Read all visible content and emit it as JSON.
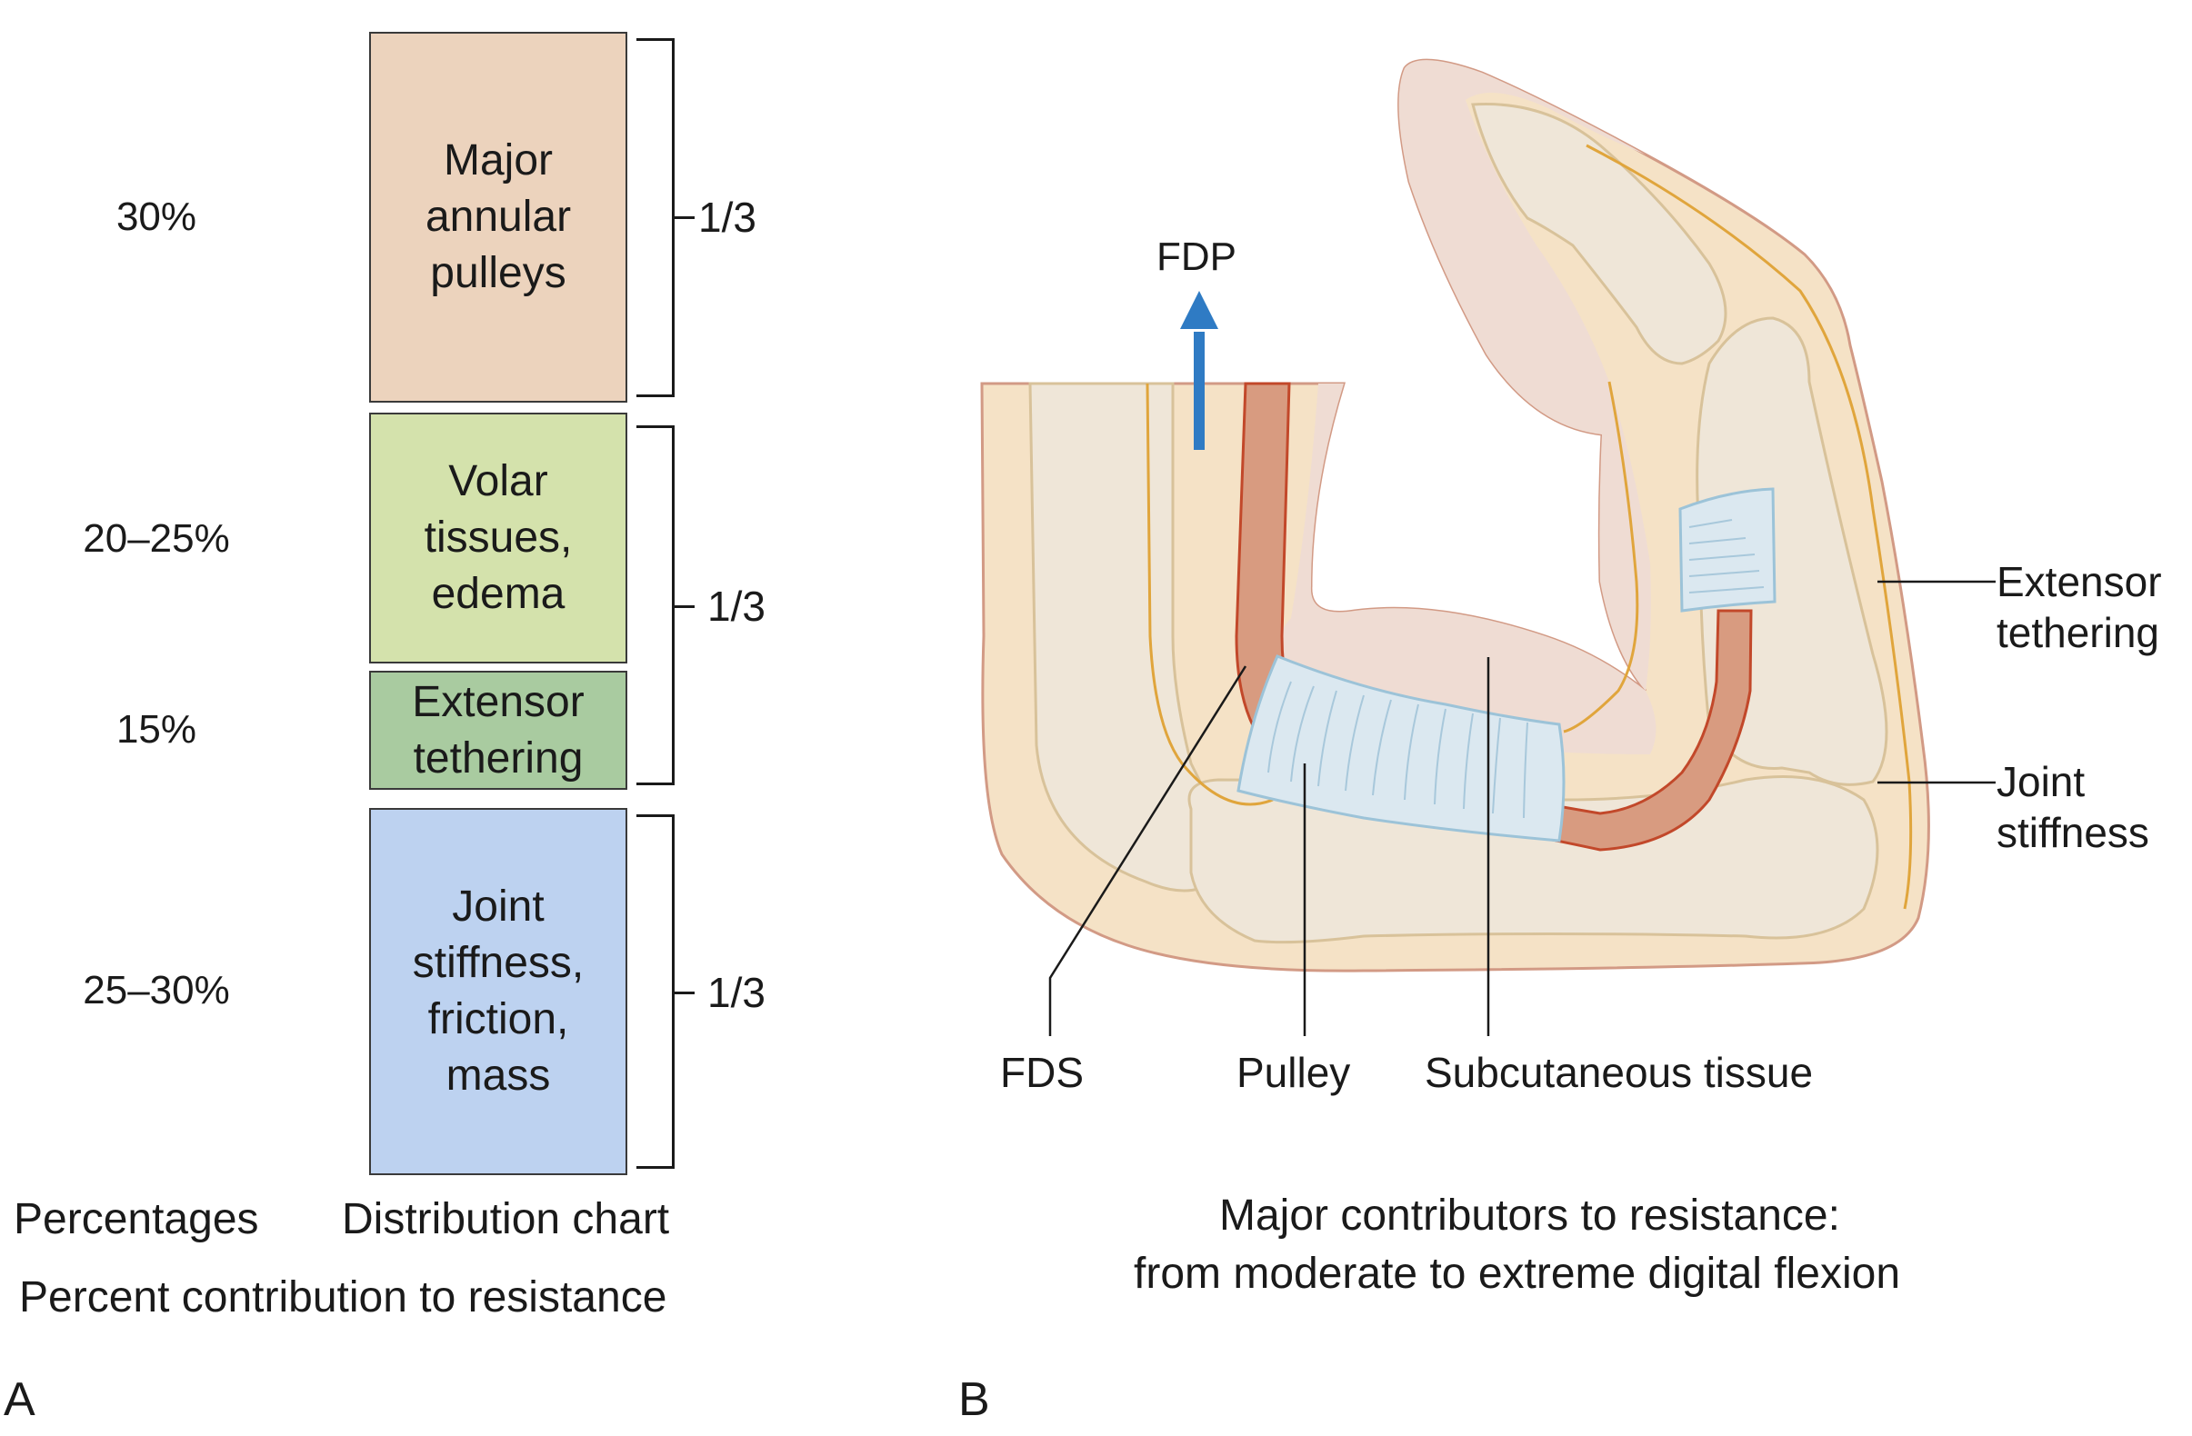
{
  "panel_a": {
    "letter": "A",
    "segments": [
      {
        "label": "Major\nannular\npulleys",
        "percent": "30%",
        "color": "#ecd3bd"
      },
      {
        "label": "Volar\ntissues,\nedema",
        "percent": "20–25%",
        "color": "#d4e2ac"
      },
      {
        "label": "Extensor\ntethering",
        "percent": "15%",
        "color": "#a9cba0"
      },
      {
        "label": "Joint\nstiffness,\nfriction,\nmass",
        "percent": "25–30%",
        "color": "#bdd2f0"
      }
    ],
    "brackets": [
      {
        "fraction": "1/3",
        "covers": [
          "Major annular pulleys"
        ]
      },
      {
        "fraction": "1/3",
        "covers": [
          "Volar tissues, edema",
          "Extensor tethering"
        ]
      },
      {
        "fraction": "1/3",
        "covers": [
          "Joint stiffness, friction, mass"
        ]
      }
    ],
    "column_headers": {
      "left": "Percentages",
      "right": "Distribution chart"
    },
    "caption": "Percent contribution to resistance"
  },
  "panel_b": {
    "letter": "B",
    "arrow_label": "FDP",
    "arrow_color": "#2f7bc4",
    "labels": {
      "extensor": "Extensor\ntethering",
      "joint": "Joint\nstiffness",
      "fds": "FDS",
      "pulley": "Pulley",
      "subcutaneous": "Subcutaneous tissue"
    },
    "caption_line1": "Major contributors to resistance:",
    "caption_line2": "from moderate to extreme digital flexion",
    "colors": {
      "skin_outline": "#d29a85",
      "skin_fill": "#f5e2c6",
      "soft_tissue": "#efdcd3",
      "bone": "#efe6d8",
      "bone_outline": "#d8c29a",
      "tendon": "#d89b80",
      "tendon_outline": "#c2482a",
      "extensor_line": "#e0a53c",
      "pulley_fill": "#dbe8f0",
      "pulley_outline": "#9cc3d8"
    }
  }
}
